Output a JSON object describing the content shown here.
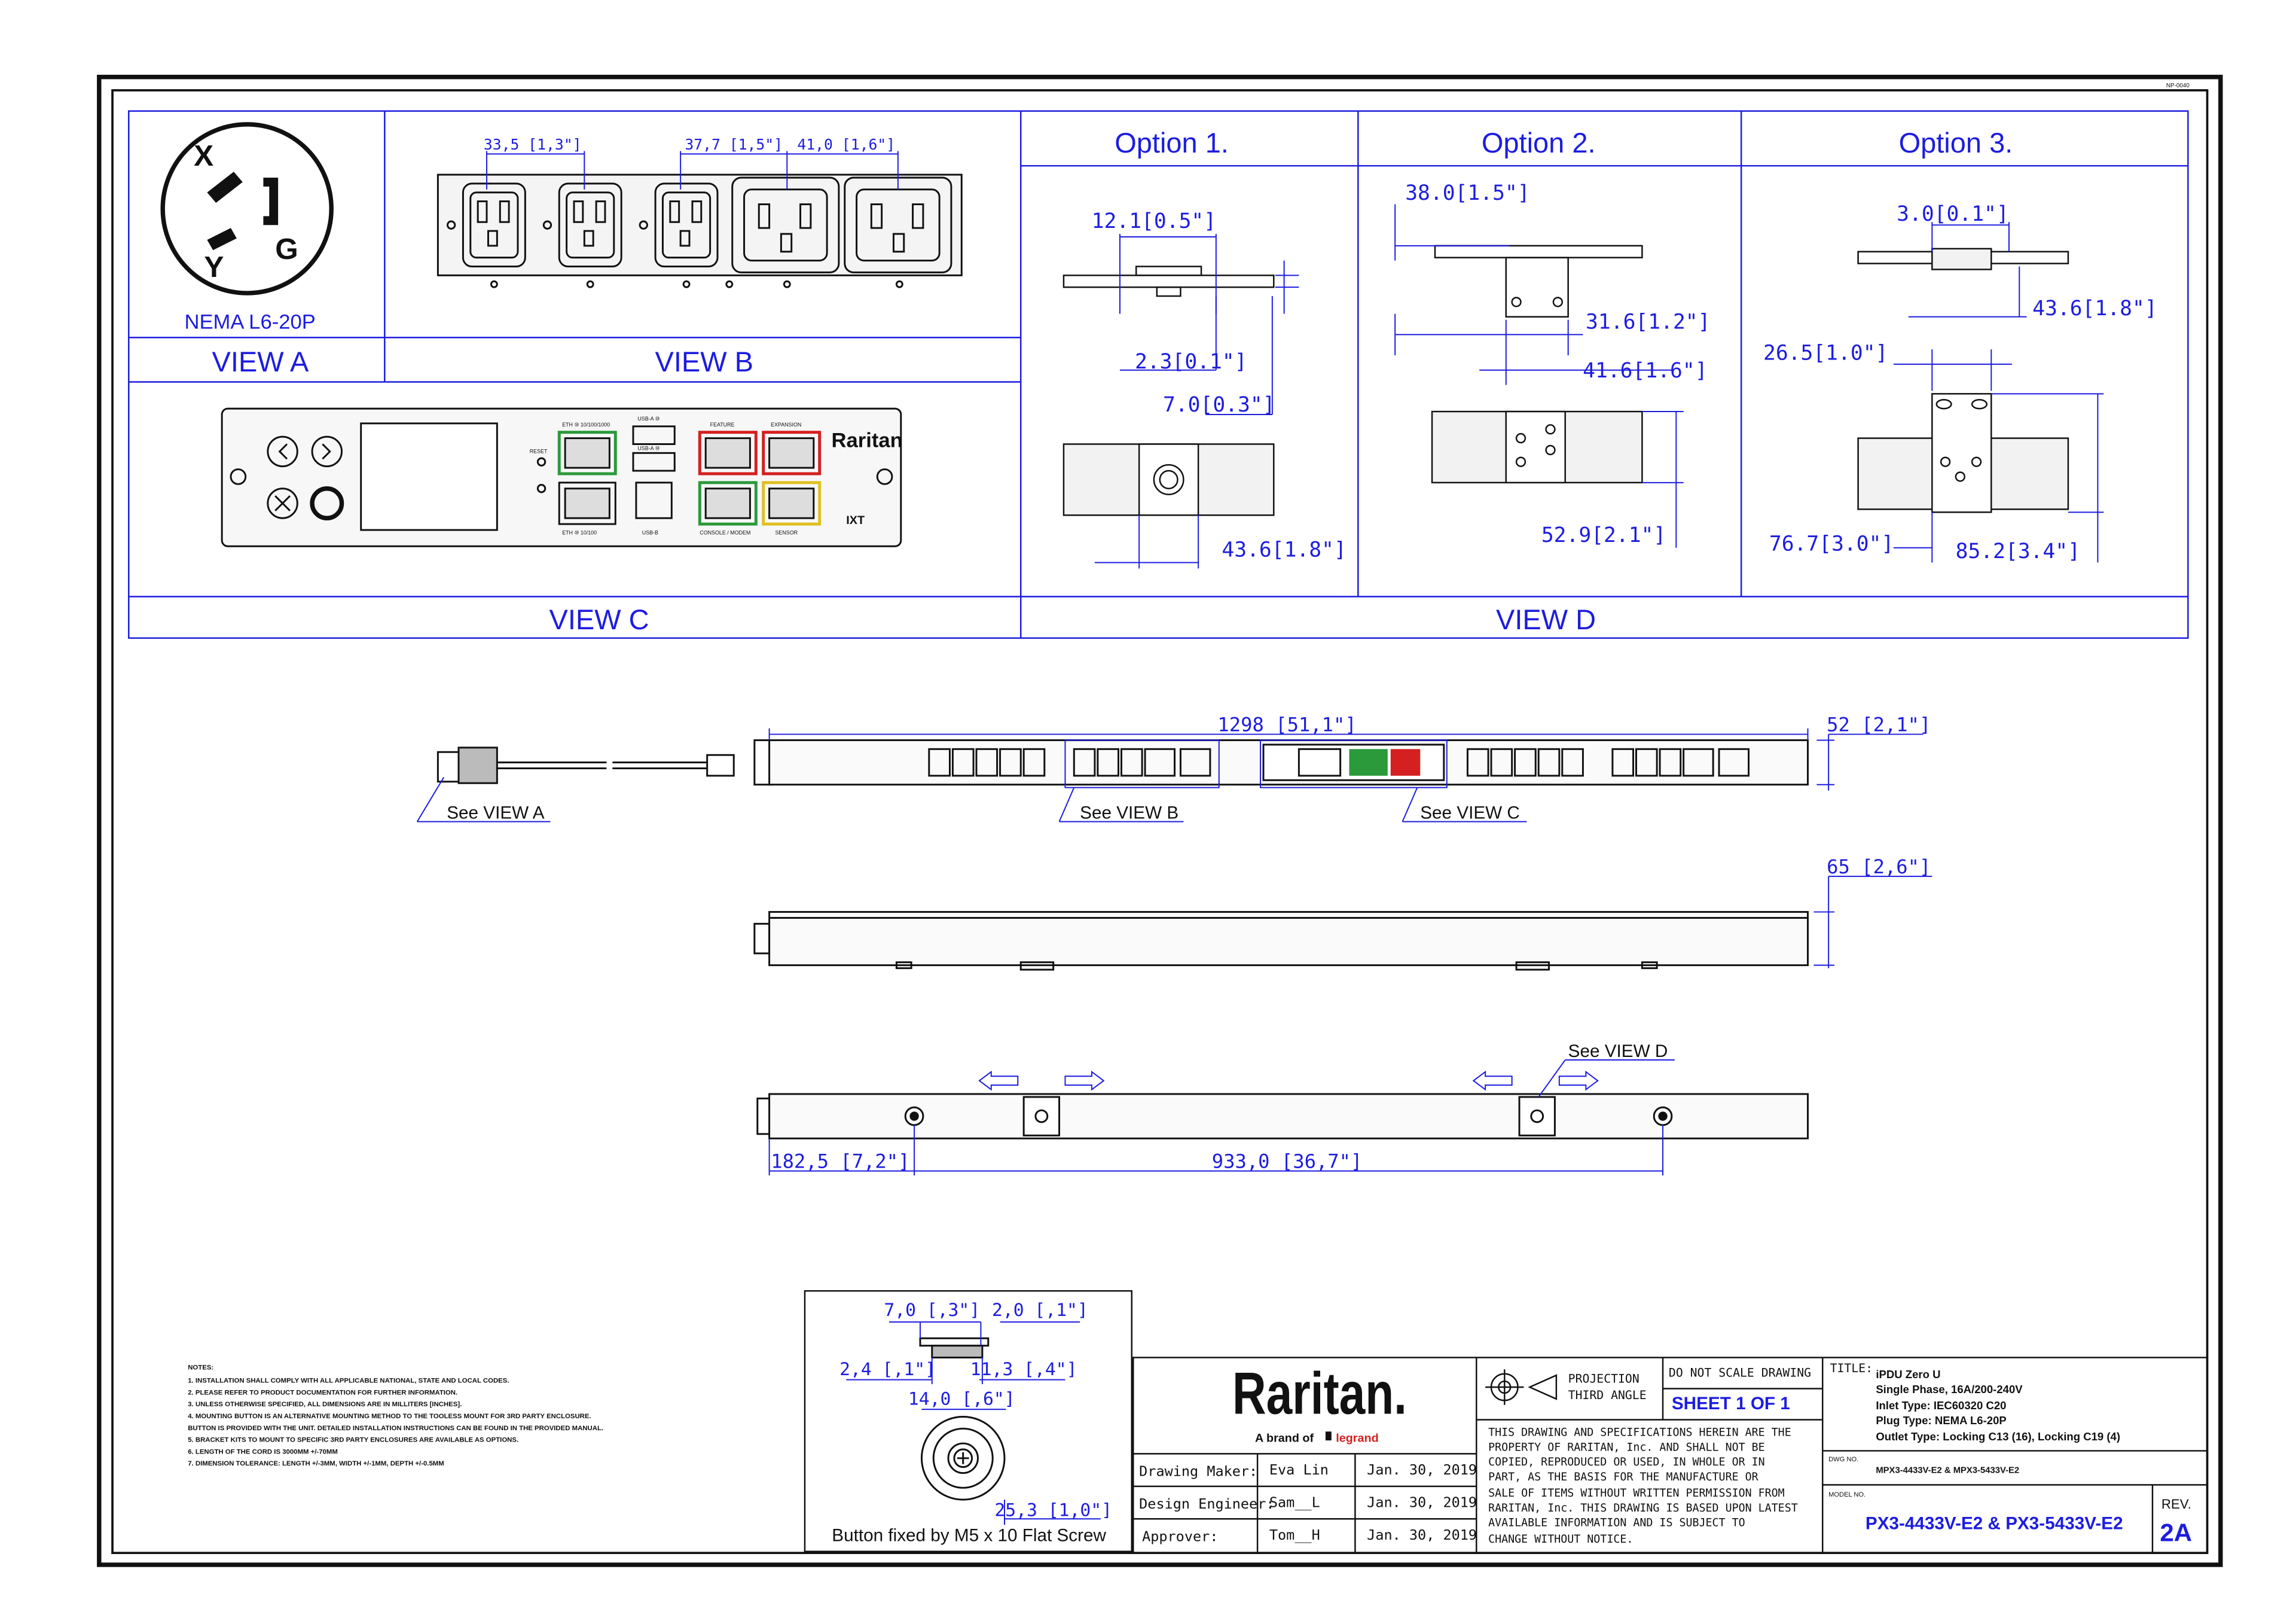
{
  "corner_tag": "NP-0040",
  "view_a": {
    "plug_letters": [
      "X",
      "G",
      "Y"
    ],
    "plug_label": "NEMA L6-20P",
    "title": "VIEW A"
  },
  "view_b": {
    "dims": [
      "33,5  [1,3\"]",
      "37,7  [1,5\"]",
      "41,0  [1,6\"]"
    ],
    "title": "VIEW B"
  },
  "view_c": {
    "title": "VIEW C",
    "port_labels": [
      "ETH ⑩ 10/100/1000",
      "USB-A ⑩",
      "FEATURE",
      "EXPANSION",
      "RESET",
      "USB-A ⑩",
      "ETH ⑩ 10/100",
      "USB-B",
      "CONSOLE / MODEM",
      "SENSOR"
    ],
    "brand": "Raritan",
    "brand_sub": "IXT"
  },
  "view_d": {
    "title": "VIEW D",
    "options": [
      {
        "title": "Option 1.",
        "dims": [
          "12.1[0.5\"]",
          "2.3[0.1\"]",
          "7.0[0.3\"]",
          "43.6[1.8\"]"
        ]
      },
      {
        "title": "Option  2.",
        "dims": [
          "38.0[1.5\"]",
          "31.6[1.2\"]",
          "41.6[1.6\"]",
          "52.9[2.1\"]"
        ]
      },
      {
        "title": "Option 3.",
        "dims": [
          "3.0[0.1\"]",
          "43.6[1.8\"]",
          "26.5[1.0\"]",
          "76.7[3.0\"]",
          "85.2[3.4\"]"
        ]
      }
    ]
  },
  "main_views": {
    "dim_length": "1298  [51,1\"]",
    "dim_width": "52  [2,1\"]",
    "dim_depth": "65  [2,6\"]",
    "see_a": "See VIEW A",
    "see_b": "See VIEW B",
    "see_c": "See VIEW C",
    "see_d": "See VIEW D",
    "dim_offset": "182,5  [7,2\"]",
    "dim_span": "933,0  [36,7\"]"
  },
  "button_detail": {
    "dims": [
      "7,0  [,3\"]",
      "2,0  [,1\"]",
      "2,4  [,1\"]",
      "11,3  [,4\"]",
      "14,0  [,6\"]",
      "25,3  [1,0\"]"
    ],
    "caption": "Button fixed by M5 x 10 Flat Screw"
  },
  "notes": {
    "heading": "NOTES:",
    "items": [
      "1. INSTALLATION SHALL COMPLY WITH ALL APPLICABLE NATIONAL, STATE AND LOCAL CODES.",
      "2. PLEASE REFER TO PRODUCT DOCUMENTATION FOR FURTHER INFORMATION.",
      "3. UNLESS OTHERWISE SPECIFIED, ALL DIMENSIONS ARE IN MILLITERS [INCHES].",
      "4. MOUNTING BUTTON IS AN ALTERNATIVE MOUNTING METHOD TO THE TOOLESS MOUNT FOR 3RD PARTY ENCLOSURE.",
      "    BUTTON IS PROVIDED WITH THE UNIT. DETAILED INSTALLATION INSTRUCTIONS CAN BE FOUND IN THE PROVIDED MANUAL.",
      "5. BRACKET KITS TO MOUNT TO SPECIFIC 3RD PARTY ENCLOSURES ARE AVAILABLE AS OPTIONS.",
      "6. LENGTH OF THE CORD IS 3000MM +/-70MM",
      "7. DIMENSION TOLERANCE: LENGTH +/-3MM, WIDTH +/-1MM, DEPTH +/-0.5MM"
    ]
  },
  "title_block": {
    "logo": "Raritan.",
    "logo_sub_prefix": "A brand of",
    "logo_sub_brand": "legrand",
    "rows": [
      {
        "role": "Drawing Maker:",
        "name": "Eva Lin",
        "date": "Jan. 30, 2019"
      },
      {
        "role": "Design Engineer:",
        "name": "Sam__L",
        "date": "Jan. 30, 2019"
      },
      {
        "role": "Approver:",
        "name": "Tom__H",
        "date": "Jan. 30, 2019"
      }
    ],
    "projection_line1": "PROJECTION",
    "projection_line2": "THIRD ANGLE",
    "do_not_scale": "DO NOT SCALE DRAWING",
    "sheet": "SHEET 1 OF 1",
    "disclaimer": [
      "THIS DRAWING AND SPECIFICATIONS HEREIN ARE THE",
      "PROPERTY OF RARITAN, Inc. AND SHALL NOT BE",
      "COPIED, REPRODUCED OR USED, IN WHOLE OR IN",
      "PART, AS THE BASIS FOR THE MANUFACTURE OR",
      "SALE OF ITEMS WITHOUT WRITTEN PERMISSION FROM",
      "RARITAN, Inc. THIS DRAWING IS BASED UPON LATEST",
      "AVAILABLE INFORMATION AND IS SUBJECT TO",
      "CHANGE WITHOUT NOTICE."
    ],
    "title_label": "TITLE:",
    "title_lines": [
      "iPDU Zero U",
      "Single Phase, 16A/200-240V",
      "Inlet Type: IEC60320 C20",
      "Plug Type: NEMA L6-20P",
      "Outlet Type: Locking C13 (16), Locking C19 (4)"
    ],
    "dwg_label": "DWG NO.",
    "dwg_no": "MPX3-4433V-E2 & MPX3-5433V-E2",
    "model_label": "MODEL NO.",
    "model_no": "PX3-4433V-E2 & PX3-5433V-E2",
    "rev_label": "REV.",
    "rev": "2A"
  },
  "colors": {
    "line": "#1c1ce0",
    "ink": "#1a1a1a",
    "red": "#d42020",
    "green": "#2a9a3a",
    "yellow": "#e0c020"
  }
}
